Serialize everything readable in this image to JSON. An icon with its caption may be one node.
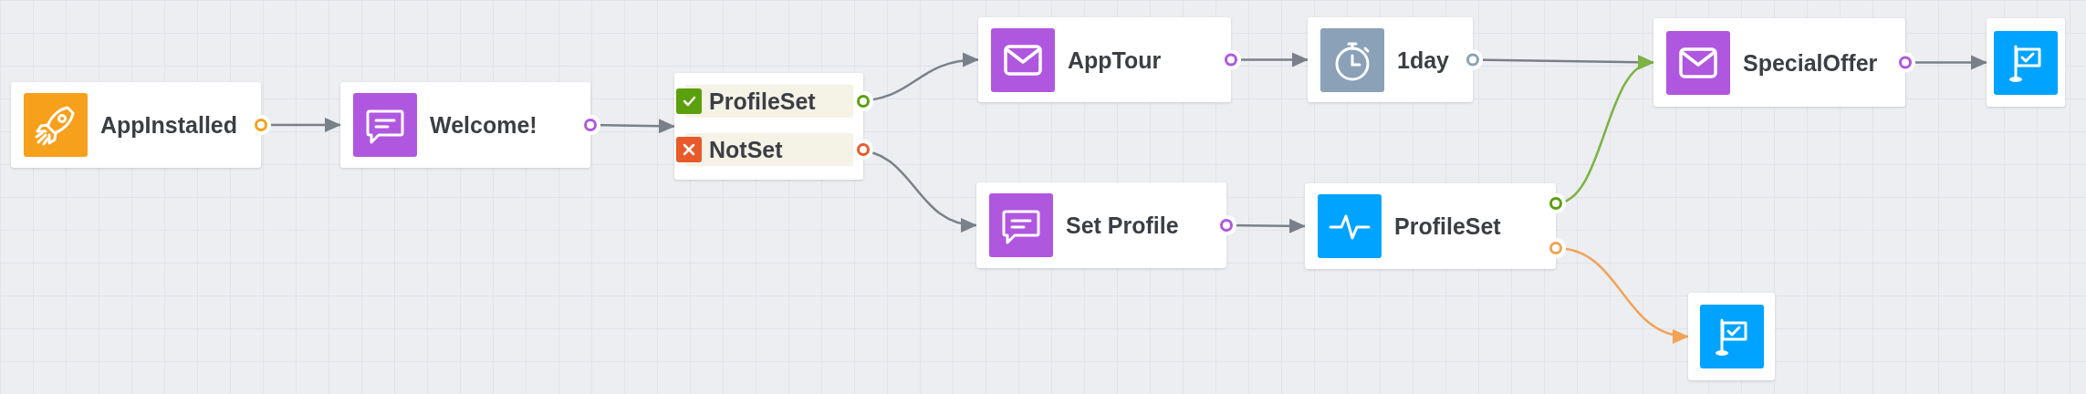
{
  "diagram": {
    "nodes": [
      {
        "text": [
          "AppInstalled"
        ]
      },
      {
        "text": [
          "Welcome!"
        ]
      },
      {
        "text": [],
        "shape": "box"
      },
      {
        "text": [
          "ProfileSet"
        ],
        "in": 2
      },
      {
        "text": [
          "NotSet"
        ],
        "in": 2
      },
      {
        "text": [
          "AppTour"
        ]
      },
      {
        "text": [
          "1day"
        ]
      },
      {
        "text": [
          "SpecialOffer"
        ]
      },
      {
        "text": [],
        "shape": "picture"
      },
      {
        "text": [
          "Set Profile"
        ]
      },
      {
        "text": [
          "ProfileSet"
        ]
      },
      {
        "text": [],
        "shape": "picture"
      }
    ],
    "edges": [
      {
        "from": 0,
        "to": 1,
        "arrow": "to"
      },
      {
        "from": 1,
        "to": 2,
        "arrow": "to"
      },
      {
        "from": 3,
        "to": 5,
        "arrow": "to"
      },
      {
        "from": 4,
        "to": 9,
        "arrow": "to"
      },
      {
        "from": 5,
        "to": 6,
        "arrow": "to"
      },
      {
        "from": 6,
        "to": 7,
        "arrow": "to"
      },
      {
        "from": 7,
        "to": 8,
        "arrow": "to"
      },
      {
        "from": 9,
        "to": 10,
        "arrow": "to"
      },
      {
        "from": 10,
        "to": 7,
        "arrow": "to",
        "color": "#7cb342"
      },
      {
        "from": 10,
        "to": 11,
        "arrow": "to",
        "color": "#f2a356"
      }
    ]
  }
}
